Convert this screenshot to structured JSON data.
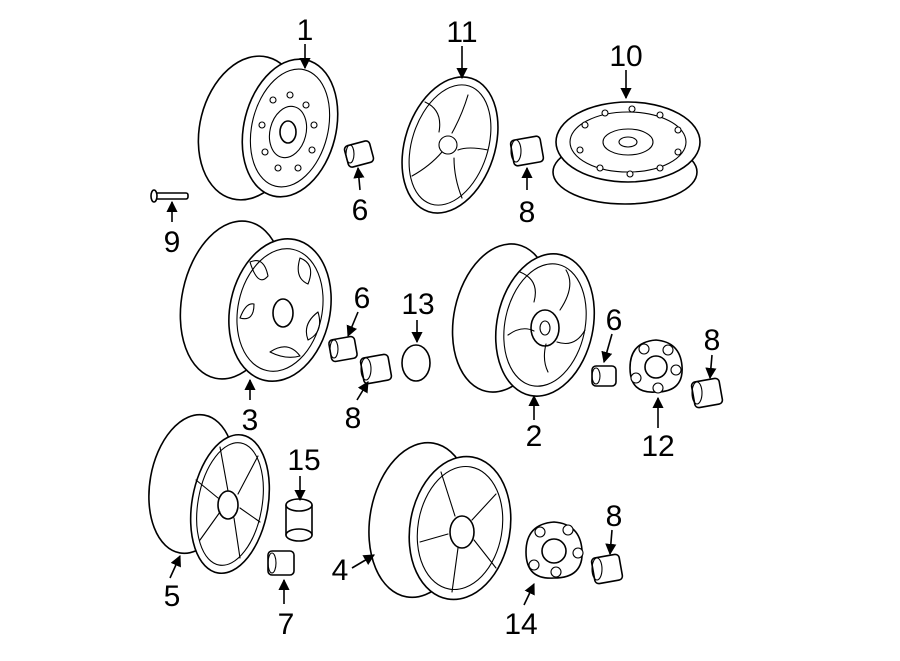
{
  "callouts": {
    "c1": "1",
    "c2": "2",
    "c3": "3",
    "c4": "4",
    "c5": "5",
    "c6a": "6",
    "c6b": "6",
    "c6c": "6",
    "c7": "7",
    "c8a": "8",
    "c8b": "8",
    "c8c": "8",
    "c8d": "8",
    "c9": "9",
    "c10": "10",
    "c11": "11",
    "c12": "12",
    "c13": "13",
    "c14": "14",
    "c15": "15"
  }
}
